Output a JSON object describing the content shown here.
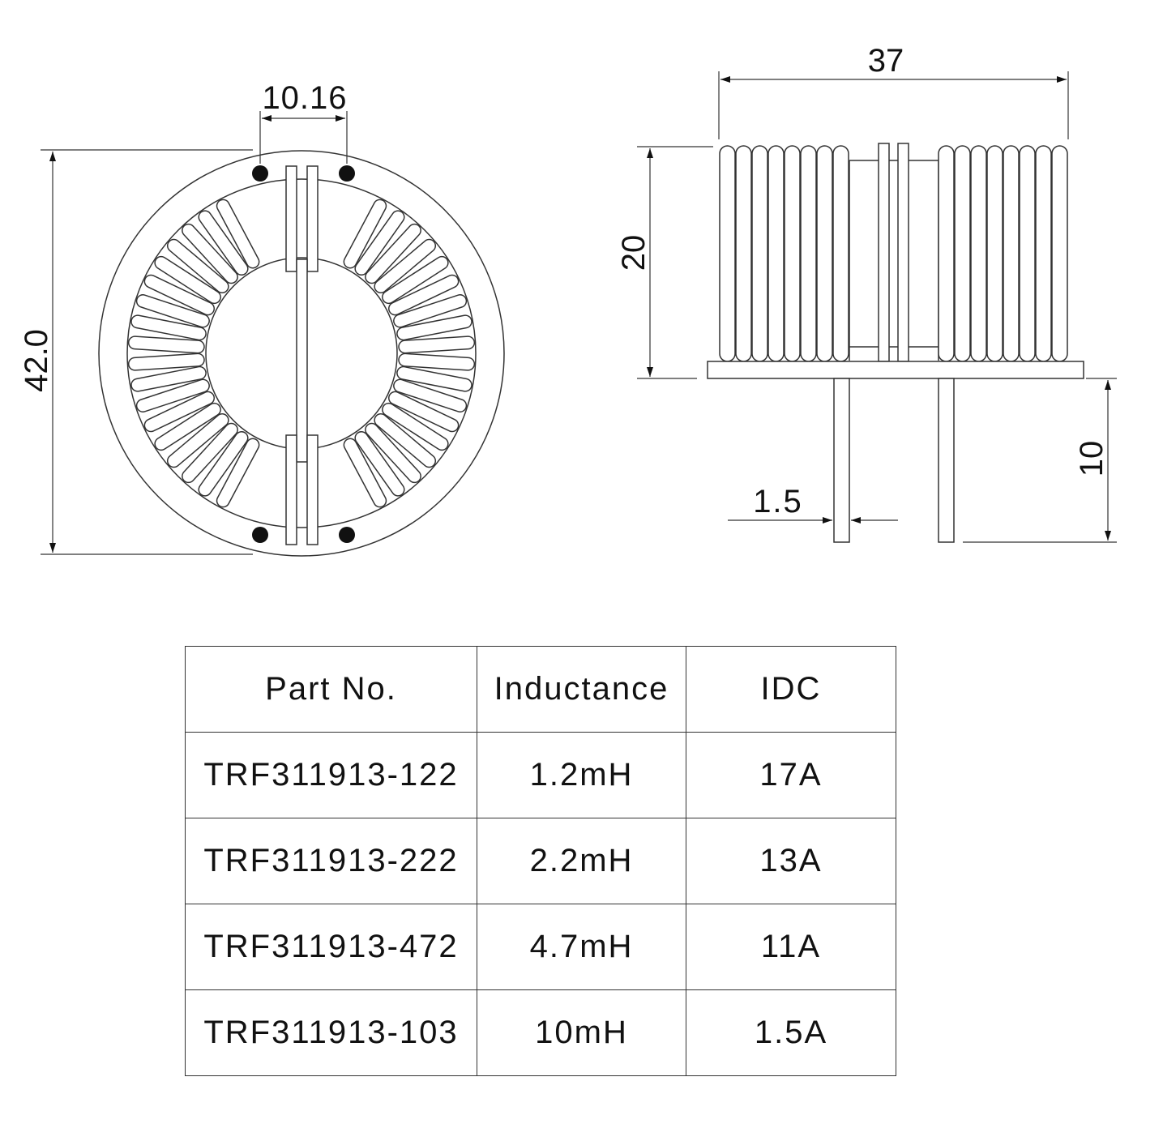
{
  "dimensions": {
    "diameter": "42.0",
    "pin_pitch": "10.16",
    "length": "37",
    "height": "20",
    "lead_length": "10",
    "lead_width": "1.5"
  },
  "table": {
    "headers": [
      "Part No.",
      "Inductance",
      "IDC"
    ],
    "rows": [
      [
        "TRF311913-122",
        "1.2mH",
        "17A"
      ],
      [
        "TRF311913-222",
        "2.2mH",
        "13A"
      ],
      [
        "TRF311913-472",
        "4.7mH",
        "11A"
      ],
      [
        "TRF311913-103",
        "10mH",
        "1.5A"
      ]
    ]
  }
}
